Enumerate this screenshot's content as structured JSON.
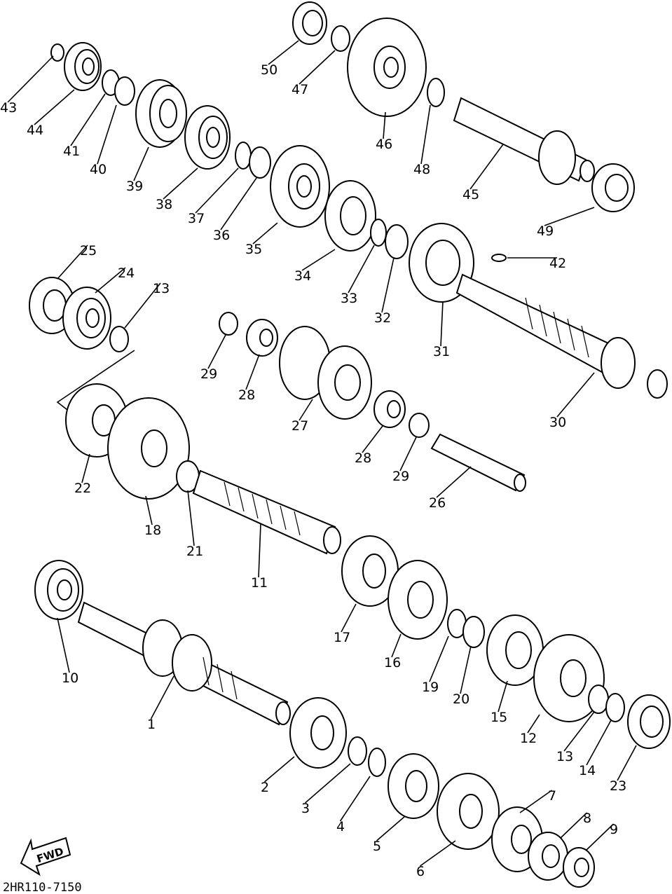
{
  "diagram": {
    "drawing_code": "2HR110-7150",
    "fwd_label": "FWD",
    "callouts": [
      {
        "n": "1"
      },
      {
        "n": "2"
      },
      {
        "n": "3"
      },
      {
        "n": "4"
      },
      {
        "n": "5"
      },
      {
        "n": "6"
      },
      {
        "n": "7"
      },
      {
        "n": "8"
      },
      {
        "n": "9"
      },
      {
        "n": "10"
      },
      {
        "n": "11"
      },
      {
        "n": "12"
      },
      {
        "n": "13"
      },
      {
        "n": "13"
      },
      {
        "n": "14"
      },
      {
        "n": "15"
      },
      {
        "n": "16"
      },
      {
        "n": "17"
      },
      {
        "n": "18"
      },
      {
        "n": "19"
      },
      {
        "n": "20"
      },
      {
        "n": "21"
      },
      {
        "n": "22"
      },
      {
        "n": "23"
      },
      {
        "n": "24"
      },
      {
        "n": "25"
      },
      {
        "n": "26"
      },
      {
        "n": "27"
      },
      {
        "n": "28"
      },
      {
        "n": "28"
      },
      {
        "n": "29"
      },
      {
        "n": "29"
      },
      {
        "n": "30"
      },
      {
        "n": "31"
      },
      {
        "n": "32"
      },
      {
        "n": "33"
      },
      {
        "n": "34"
      },
      {
        "n": "35"
      },
      {
        "n": "36"
      },
      {
        "n": "37"
      },
      {
        "n": "38"
      },
      {
        "n": "39"
      },
      {
        "n": "40"
      },
      {
        "n": "41"
      },
      {
        "n": "42"
      },
      {
        "n": "43"
      },
      {
        "n": "44"
      },
      {
        "n": "45"
      },
      {
        "n": "46"
      },
      {
        "n": "47"
      },
      {
        "n": "48"
      },
      {
        "n": "49"
      },
      {
        "n": "50"
      }
    ]
  }
}
